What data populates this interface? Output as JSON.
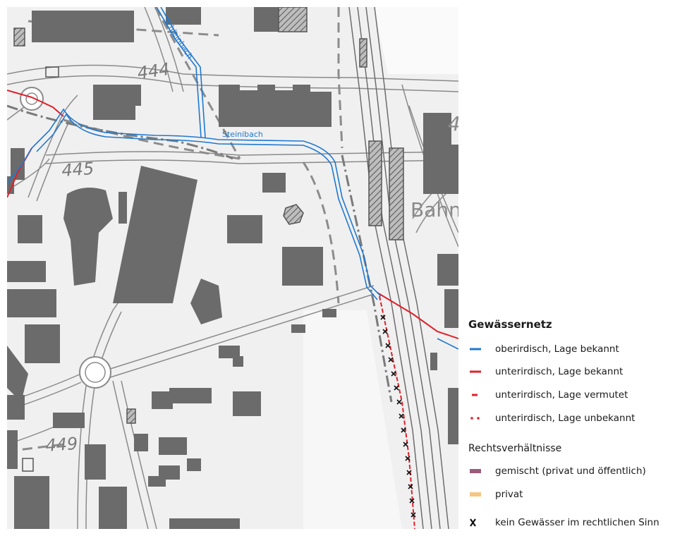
{
  "map": {
    "labels": {
      "contour_444": "444",
      "contour_445": "445",
      "contour_449": "449",
      "place_bahn": "Bahn",
      "num_4": "4",
      "stream_schleinbach": "Schleinbach",
      "stream_steinibach": "Steinibach"
    }
  },
  "legend": {
    "title": "Gewässernetz",
    "items": [
      {
        "label": "oberirdisch, Lage bekannt",
        "symbol": "solid-line-icon",
        "color": "#1f78d1"
      },
      {
        "label": "unterirdisch, Lage bekannt",
        "symbol": "solid-line-icon",
        "color": "#e0202a"
      },
      {
        "label": "unterirdisch, Lage vermutet",
        "symbol": "short-dash-icon",
        "color": "#e0202a"
      },
      {
        "label": "unterirdisch, Lage unbekannt",
        "symbol": "dotted-line-icon",
        "color": "#e0202a"
      }
    ],
    "subtitle": "Rechtsverhältnisse",
    "legal": [
      {
        "label": "gemischt (privat und öffentlich)",
        "symbol": "patch-icon",
        "color": "#9a5c7a"
      },
      {
        "label": "privat",
        "symbol": "patch-icon",
        "color": "#f5c783"
      },
      {
        "label": "kein Gewässer im rechtlichen Sinn",
        "symbol": "cross-icon",
        "color": "#111111"
      }
    ]
  },
  "colors": {
    "stream_surface": "#1f78d1",
    "stream_underground": "#e0202a",
    "building": "#6b6b6b",
    "background": "#f0f0f0"
  }
}
